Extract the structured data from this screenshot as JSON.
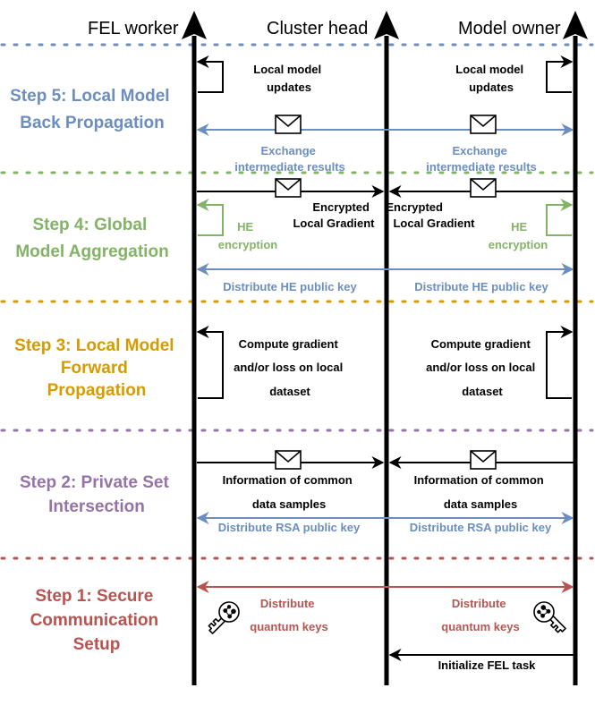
{
  "actors": {
    "fel_worker": "FEL worker",
    "cluster_head": "Cluster head",
    "model_owner": "Model owner"
  },
  "colors": {
    "step5": "#6c8ebf",
    "step4": "#82b366",
    "step3": "#d79b00",
    "step2": "#9673a6",
    "step1": "#b85450",
    "lifeline": "#000000"
  },
  "steps": {
    "step5": [
      "Step 5: Local Model",
      "Back Propagation"
    ],
    "step4": [
      "Step 4: Global",
      "Model Aggregation"
    ],
    "step3": [
      "Step 3: Local Model",
      "Forward",
      "Propagation"
    ],
    "step2": [
      "Step 2: Private Set",
      "Intersection"
    ],
    "step1": [
      "Step 1: Secure",
      "Communication",
      "Setup"
    ]
  },
  "messages": {
    "local_update_left": [
      "Local model",
      "updates"
    ],
    "local_update_right": [
      "Local model",
      "updates"
    ],
    "exchange_left": [
      "Exchange",
      "intermediate results"
    ],
    "exchange_right": [
      "Exchange",
      "intermediate results"
    ],
    "enc_grad_left": [
      "Encrypted",
      "Local Gradient"
    ],
    "enc_grad_right": [
      "Encrypted",
      "Local Gradient"
    ],
    "he_enc_left": [
      "HE",
      "encryption"
    ],
    "he_enc_right": [
      "HE",
      "encryption"
    ],
    "he_key_left": "Distribute HE public key",
    "he_key_right": "Distribute HE public key",
    "compute_left": [
      "Compute gradient",
      "and/or loss on local",
      "dataset"
    ],
    "compute_right": [
      "Compute gradient",
      "and/or loss on local",
      "dataset"
    ],
    "info_left": [
      "Information of common",
      "data samples"
    ],
    "info_right": [
      "Information of common",
      "data samples"
    ],
    "rsa_left": "Distribute RSA public key",
    "rsa_right": "Distribute RSA public key",
    "qkey_left": [
      "Distribute",
      "quantum keys"
    ],
    "qkey_right": [
      "Distribute",
      "quantum keys"
    ],
    "init_task": "Initialize FEL task"
  },
  "icons": [
    "envelope-icon",
    "quantum-key-icon"
  ]
}
